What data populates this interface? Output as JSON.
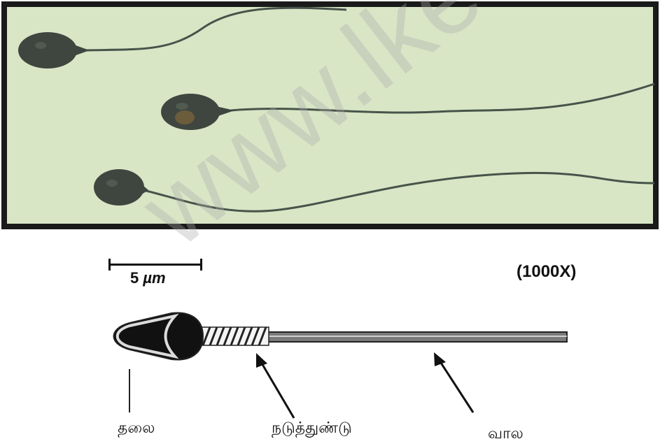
{
  "micrograph": {
    "background_color": "#d9e6c6",
    "border_color": "#1a1a1a",
    "cell_color": "#3e463f"
  },
  "scale_bar": {
    "value": "5",
    "unit": "µm"
  },
  "magnification": "(1000X)",
  "diagram": {
    "labels": {
      "head": "தலை",
      "midpiece": "நடுத்துண்டு",
      "tail": "வால"
    },
    "colors": {
      "head_fill": "#111111",
      "tail_fill": "#7a7a7a",
      "outline": "#222222"
    }
  },
  "watermark": "www.lkedu.lk"
}
